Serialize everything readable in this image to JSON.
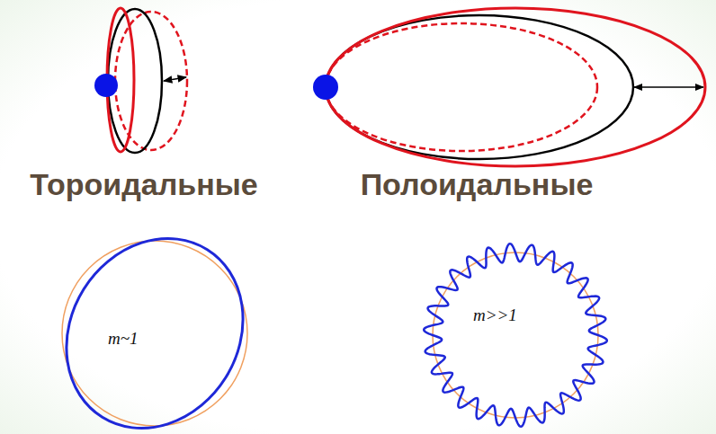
{
  "diagram": {
    "nodes": [
      {
        "text": [
          "m~1"
        ]
      },
      {
        "text": [
          "m>>1"
        ]
      }
    ],
    "labels": [
      "Тороидальные",
      "Полоидальные"
    ]
  }
}
